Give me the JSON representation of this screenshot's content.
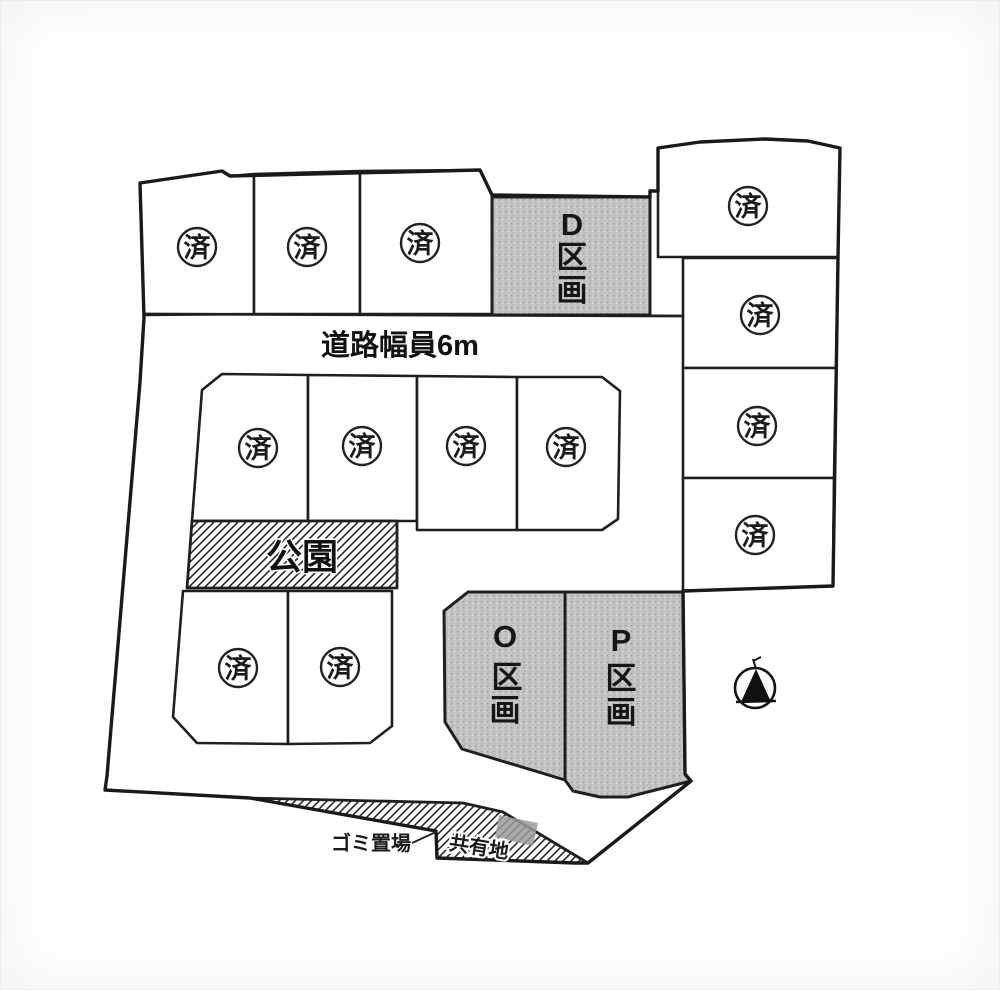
{
  "map": {
    "road_width_label": "道路幅員6m",
    "park_label": "公園",
    "sold_mark": "済",
    "sold_lot_count": 13,
    "available_lots": [
      {
        "id": "D",
        "label": "D区画",
        "chars": [
          "D",
          "区",
          "画"
        ]
      },
      {
        "id": "O",
        "label": "O区画",
        "chars": [
          "O",
          "区",
          "画"
        ]
      },
      {
        "id": "P",
        "label": "P区画",
        "chars": [
          "P",
          "区",
          "画"
        ]
      }
    ],
    "garbage_area_label": "ゴミ置場",
    "shared_area_label": "共有地",
    "colors": {
      "available_fill": "#c3c3c3",
      "hatch_line": "#2a2a2a",
      "outline": "#1a1a1a",
      "garbage_patch": "#9b9b9b"
    }
  }
}
